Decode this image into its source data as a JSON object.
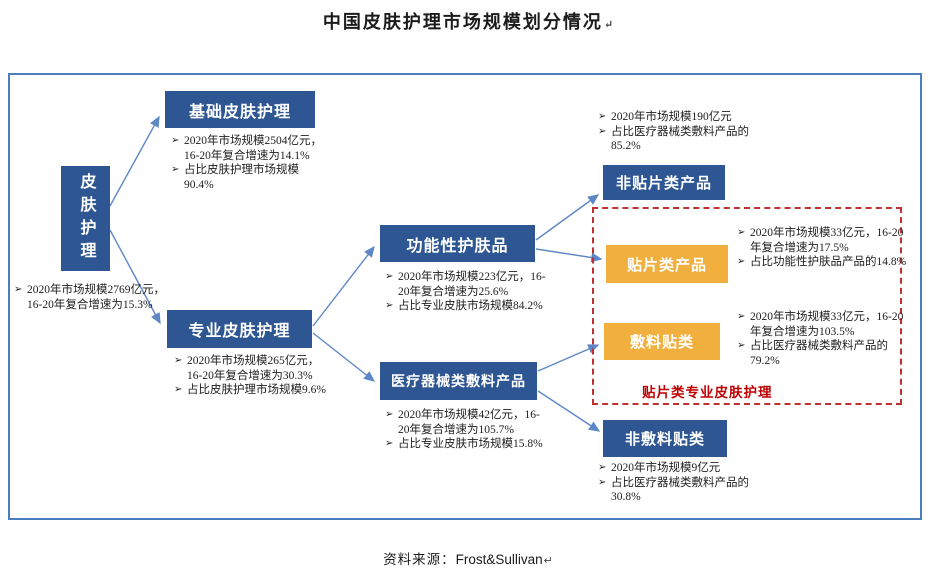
{
  "page": {
    "title": "中国皮肤护理市场规模划分情况",
    "paragraph_mark": "↵",
    "source_prefix": "资料来源：",
    "source_value": "Frost&Sullivan"
  },
  "bullet_glyph": "➢",
  "colors": {
    "node_blue": "#2e5693",
    "node_yellow": "#f1b03e",
    "frame_border_blue": "#4a7ebd",
    "arrow_blue": "#5d87c6",
    "dashed_group_red": "#bf3030",
    "title_text": "#1b1b1b"
  },
  "nodes": {
    "root": {
      "label": "皮肤护理",
      "notes": [
        "2020年市场规模2769亿元，16-20年复合增速为15.3%"
      ]
    },
    "basic": {
      "label": "基础皮肤护理",
      "notes": [
        "2020年市场规模2504亿元，16-20年复合增速为14.1%",
        "占比皮肤护理市场规模90.4%"
      ]
    },
    "professional": {
      "label": "专业皮肤护理",
      "notes": [
        "2020年市场规模265亿元，16-20年复合增速为30.3%",
        "占比皮肤护理市场规模9.6%"
      ]
    },
    "functional": {
      "label": "功能性护肤品",
      "notes": [
        "2020年市场规模223亿元，16-20年复合增速为25.6%",
        "占比专业皮肤市场规模84.2%"
      ]
    },
    "medical": {
      "label": "医疗器械类敷料产品",
      "notes": [
        "2020年市场规模42亿元，16-20年复合增速为105.7%",
        "占比专业皮肤市场规模15.8%"
      ]
    },
    "non_patch": {
      "label": "非贴片类产品",
      "notes": [
        "2020年市场规模190亿元",
        "占比医疗器械类敷料产品的85.2%"
      ]
    },
    "patch": {
      "label": "贴片类产品",
      "notes": [
        "2020年市场规模33亿元，16-20年复合增速为17.5%",
        "占比功能性护肤品产品的14.8%"
      ]
    },
    "dressing_patch": {
      "label": "敷料贴类",
      "notes": [
        "2020年市场规模33亿元，16-20年复合增速为103.5%",
        "占比医疗器械类敷料产品的79.2%"
      ]
    },
    "non_dressing_patch": {
      "label": "非敷料贴类",
      "notes": [
        "2020年市场规模9亿元",
        "占比医疗器械类敷料产品的30.8%"
      ]
    }
  },
  "dashed_group_label": "贴片类专业皮肤护理"
}
